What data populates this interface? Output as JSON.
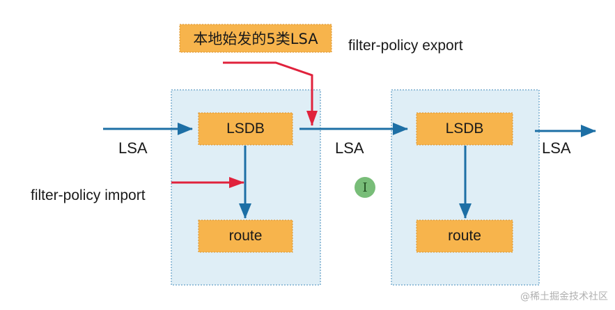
{
  "diagram": {
    "orange_label": "本地始发的5类LSA",
    "export_label": "filter-policy export",
    "import_label": "filter-policy import",
    "router1": {
      "lsdb": "LSDB",
      "route": "route"
    },
    "router2": {
      "lsdb": "LSDB",
      "route": "route"
    },
    "lsa_in": "LSA",
    "lsa_mid": "LSA",
    "lsa_out": "LSA",
    "cursor_glyph": "I"
  },
  "watermark": "@稀土掘金技术社区",
  "colors": {
    "orange_box": "#f7b44c",
    "container_fill": "#dfeef6",
    "container_border": "#7aaecf",
    "blue_arrow": "#1d6fa5",
    "red_arrow": "#e0223c"
  }
}
